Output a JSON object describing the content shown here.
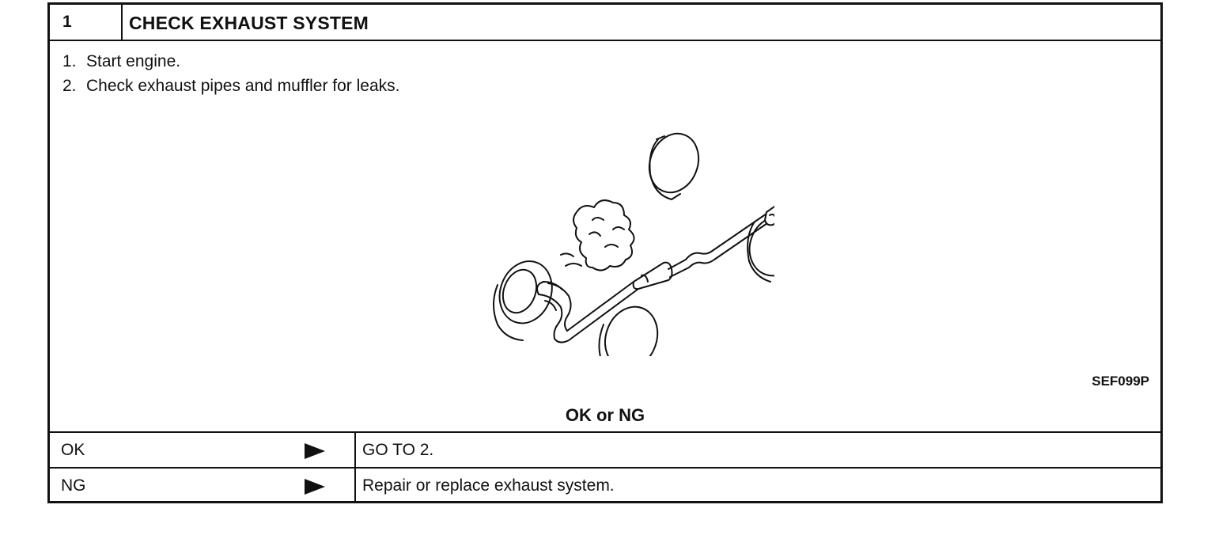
{
  "header": {
    "step_number": "1",
    "title": "CHECK EXHAUST SYSTEM"
  },
  "instructions": [
    {
      "number": "1.",
      "text": "Start engine."
    },
    {
      "number": "2.",
      "text": "Check exhaust pipes and muffler for leaks."
    }
  ],
  "figure": {
    "code": "SEF099P",
    "icon": "exhaust-system-illustration"
  },
  "result_question": "OK or NG",
  "results": [
    {
      "label": "OK",
      "action": "GO TO 2."
    },
    {
      "label": "NG",
      "action": "Repair or replace exhaust system."
    }
  ],
  "colors": {
    "ink": "#111111",
    "paper": "#ffffff"
  }
}
